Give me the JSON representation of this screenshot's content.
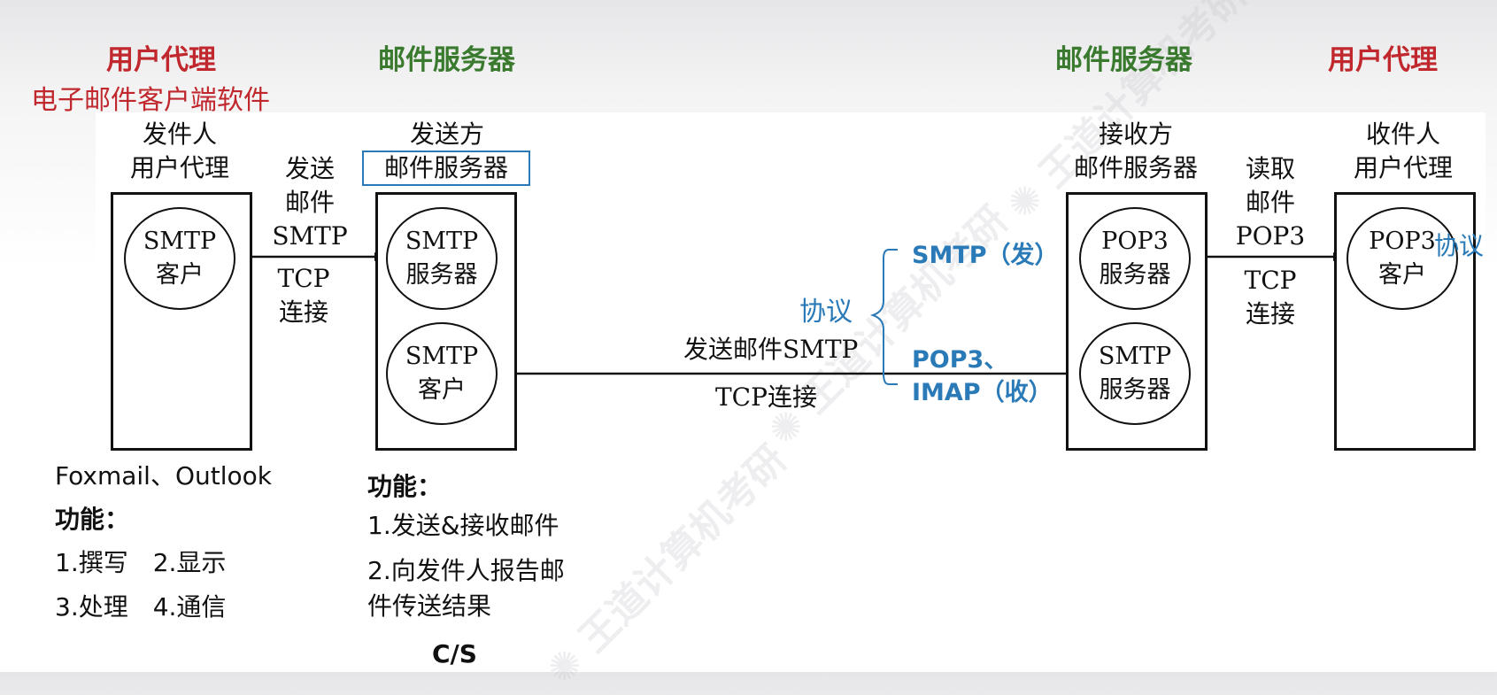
{
  "headers": {
    "ua_left": "用户代理",
    "ua_left_sub": "电子邮件客户端软件",
    "server_left": "邮件服务器",
    "server_right": "邮件服务器",
    "ua_right": "用户代理"
  },
  "diagram": {
    "sender_ua_title": [
      "发件人",
      "用户代理"
    ],
    "sender_ua_client": [
      "SMTP",
      "客户"
    ],
    "send_mail_label": [
      "发送",
      "邮件",
      "SMTP"
    ],
    "tcp_label_left": [
      "TCP",
      "连接"
    ],
    "sending_server_title": [
      "发送方",
      "邮件服务器"
    ],
    "sending_server_smtp_server": [
      "SMTP",
      "服务器"
    ],
    "sending_server_smtp_client": [
      "SMTP",
      "客户"
    ],
    "long_link_top": "发送邮件SMTP",
    "long_link_bottom": "TCP连接",
    "receiving_server_title": [
      "接收方",
      "邮件服务器"
    ],
    "receiving_server_pop3_server": [
      "POP3",
      "服务器"
    ],
    "receiving_server_smtp_server": [
      "SMTP",
      "服务器"
    ],
    "read_mail_label": [
      "读取",
      "邮件",
      "POP3"
    ],
    "tcp_label_right": [
      "TCP",
      "连接"
    ],
    "recipient_ua_title": [
      "收件人",
      "用户代理"
    ],
    "recipient_ua_client": [
      "POP3",
      "客户"
    ]
  },
  "protocols": {
    "label": "协议",
    "send": "SMTP（发）",
    "receive_line1": "POP3、",
    "receive_line2": "IMAP（收）",
    "right_label": "协议"
  },
  "client_notes": {
    "examples": "Foxmail、Outlook",
    "heading": "功能：",
    "line1": "1.撰写　2.显示",
    "line2": "3.处理　4.通信"
  },
  "server_notes": {
    "heading": "功能：",
    "line1": "1.发送&接收邮件",
    "line2": "2.向发件人报告邮",
    "line3": "件传送结果",
    "model": "C/S"
  }
}
